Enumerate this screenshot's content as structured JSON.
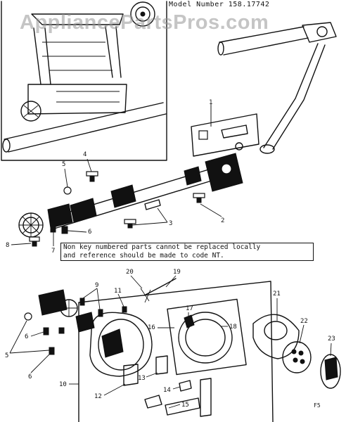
{
  "header": {
    "model_label": "Model Number 158.17742"
  },
  "note": {
    "line1": "Non key numbered parts cannot be replaced locally",
    "line2": "and reference should be made to code NT."
  },
  "watermark": "AppliancePartsPros.com",
  "figure_mark": "F5",
  "callouts": [
    "1",
    "2",
    "3",
    "4",
    "5",
    "6",
    "7",
    "8",
    "9",
    "10",
    "11",
    "12",
    "13",
    "14",
    "15",
    "16",
    "17",
    "18",
    "19",
    "20",
    "21",
    "22",
    "23"
  ]
}
